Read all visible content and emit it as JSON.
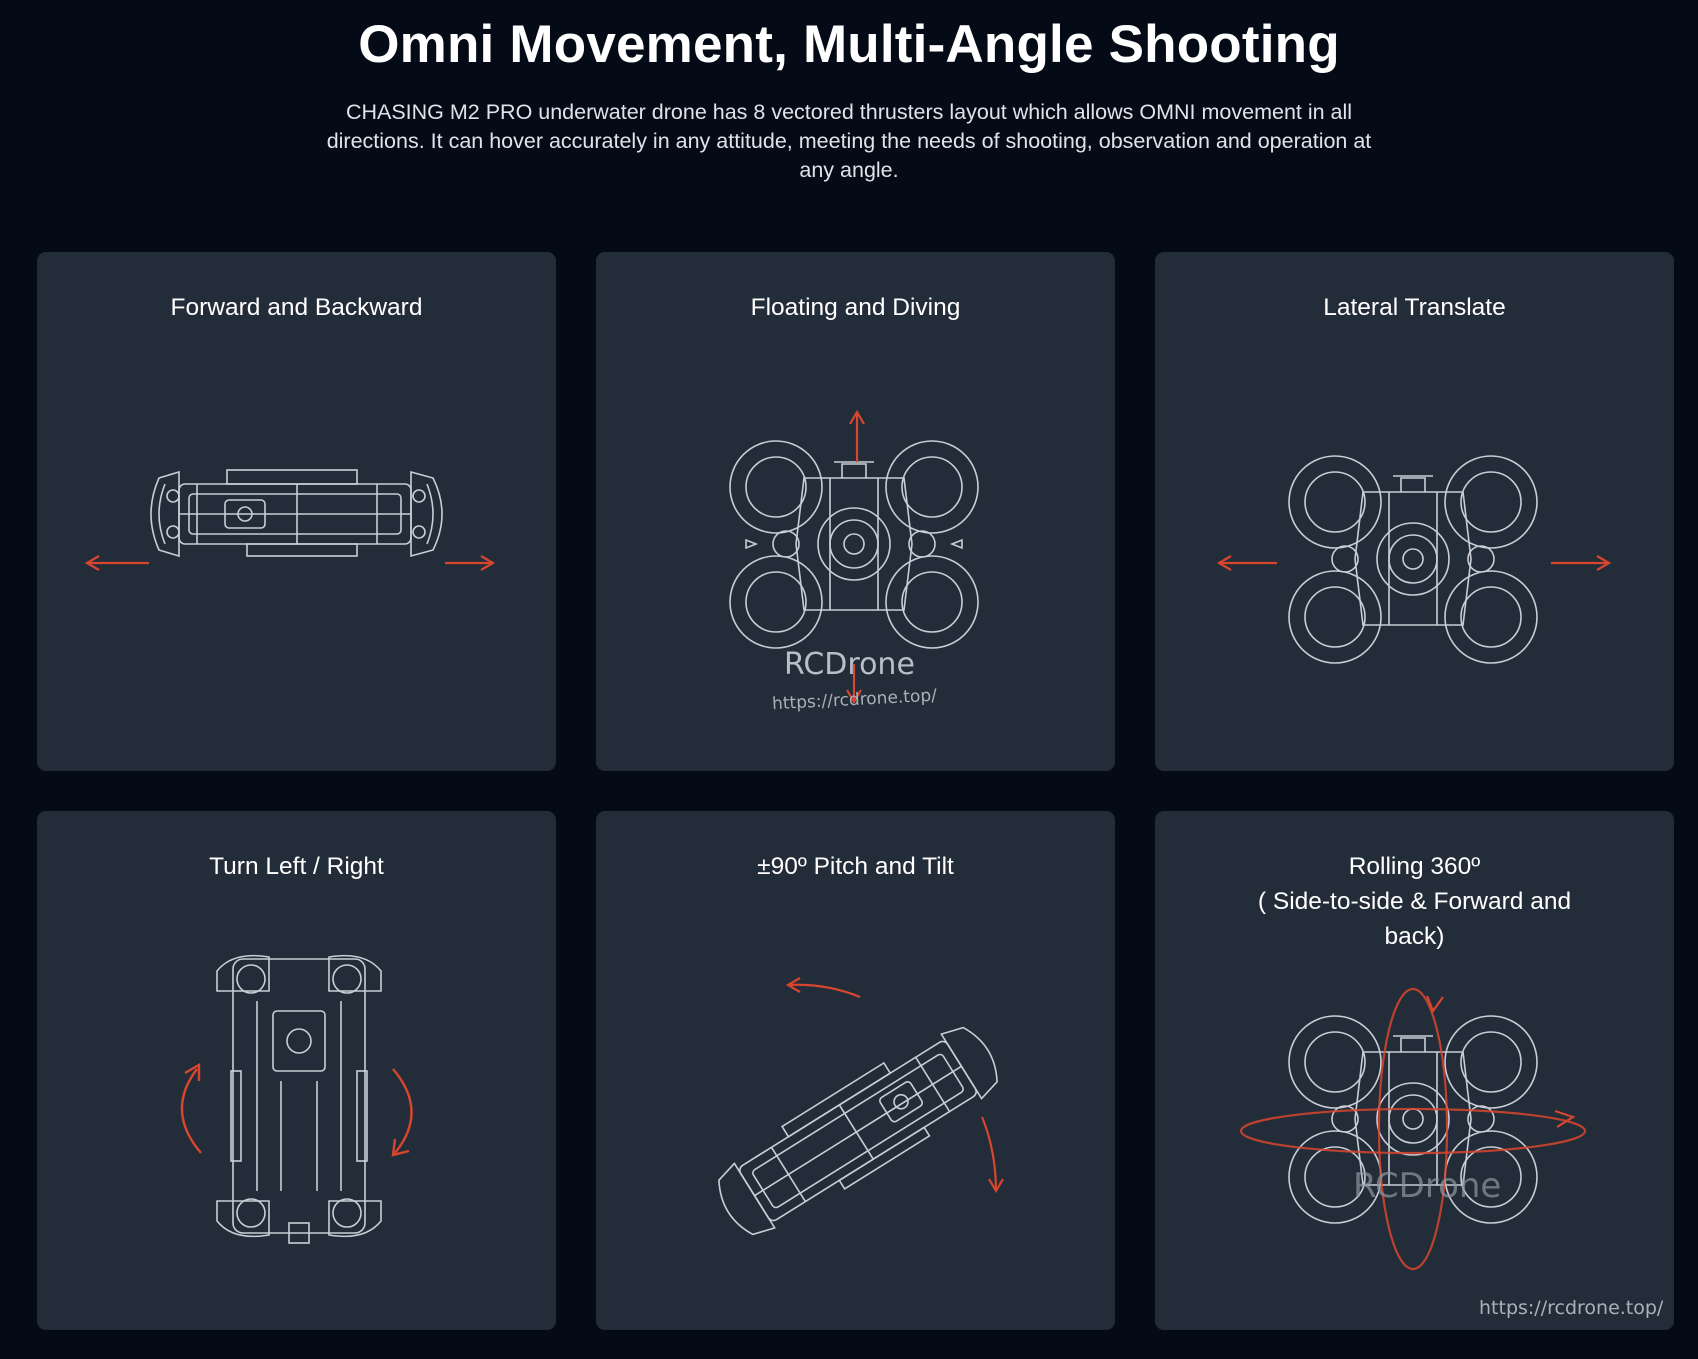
{
  "header": {
    "title": "Omni Movement, Multi-Angle Shooting",
    "description": "CHASING M2 PRO underwater drone has 8 vectored thrusters layout which allows OMNI movement in all directions. It can hover accurately in any attitude, meeting the needs of shooting, observation and operation at any angle."
  },
  "cards": [
    {
      "title": "Forward and Backward",
      "illustration": "drone-side-view-icon"
    },
    {
      "title": "Floating and Diving",
      "illustration": "drone-front-view-icon"
    },
    {
      "title": "Lateral Translate",
      "illustration": "drone-front-view-icon"
    },
    {
      "title": "Turn Left / Right",
      "illustration": "drone-top-view-icon"
    },
    {
      "title": "±90º Pitch and Tilt",
      "illustration": "drone-tilted-view-icon"
    },
    {
      "title_lines": [
        "Rolling 360º",
        "( Side-to-side & Forward and",
        "back)"
      ],
      "illustration": "drone-front-view-icon"
    }
  ],
  "watermarks": {
    "brand": "RCDrone",
    "url": "https://rcdrone.top/"
  },
  "colors": {
    "background": "#050b16",
    "card": "#232c39",
    "arrow": "#d7462e",
    "line_art": "#c9ced6"
  }
}
